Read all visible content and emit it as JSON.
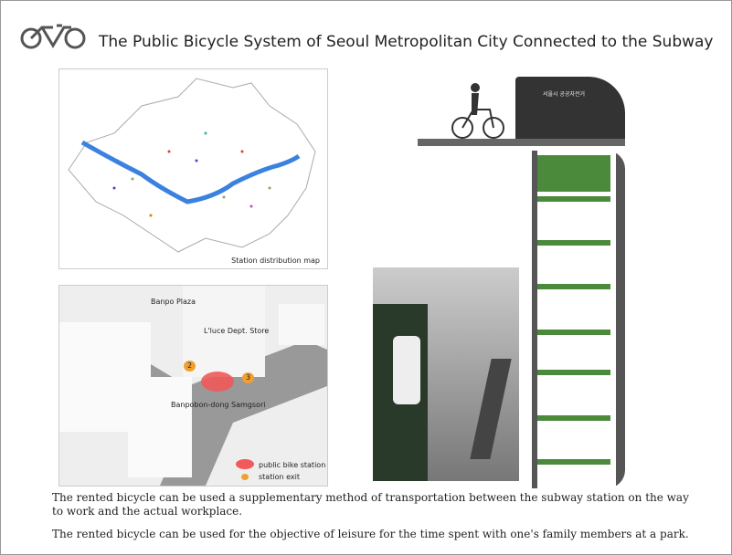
{
  "header": {
    "title": "The Public Bicycle System of Seoul Metropolitan City Connected to the Subway",
    "logo_icon": "bicycle-icon"
  },
  "map": {
    "caption": "Station distribution map"
  },
  "site": {
    "labels": {
      "plaza": "Banpo Plaza",
      "store": "L'luce Dept. Store",
      "intersection": "Banpobon-dong Samgsori"
    },
    "exits": [
      "2",
      "3"
    ],
    "legend": {
      "station": "public bike station",
      "exit": "station exit"
    },
    "station_color": "#f05a5a",
    "exit_color": "#f0a030"
  },
  "kiosk": {
    "sign": "서울시 공공자전거"
  },
  "body": {
    "paragraph1": "The rented bicycle can be used a supplementary method of transportation between the subway station on the way to work and the actual workplace.",
    "paragraph2": "The rented bicycle can be used for the objective of leisure for the time spent with one's family members at a park."
  }
}
